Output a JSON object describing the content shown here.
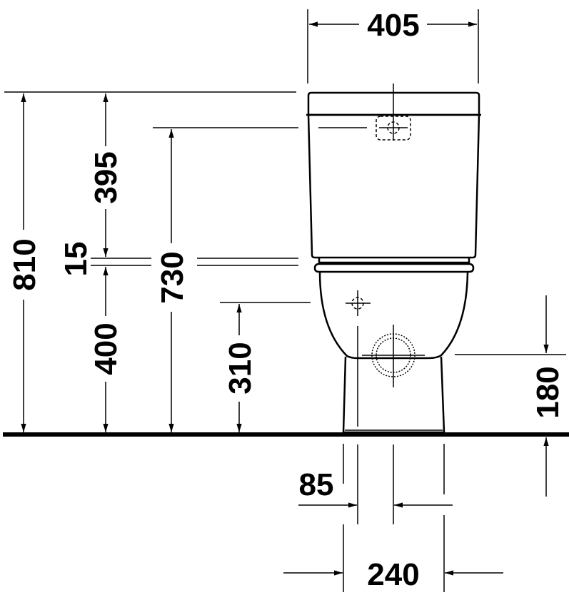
{
  "drawing": {
    "type": "technical-dimension-drawing",
    "subject": "close-coupled toilet front view",
    "units_implied": "mm",
    "colors": {
      "line": "#000000",
      "background": "#ffffff"
    }
  },
  "dimensions": {
    "width_cistern": "405",
    "total_height": "810",
    "cistern_height": "395",
    "gap": "15",
    "pan_height": "400",
    "flush_inlet_height": "730",
    "water_inlet_height": "310",
    "outlet_height": "180",
    "outlet_offset": "85",
    "foot_width": "240"
  }
}
